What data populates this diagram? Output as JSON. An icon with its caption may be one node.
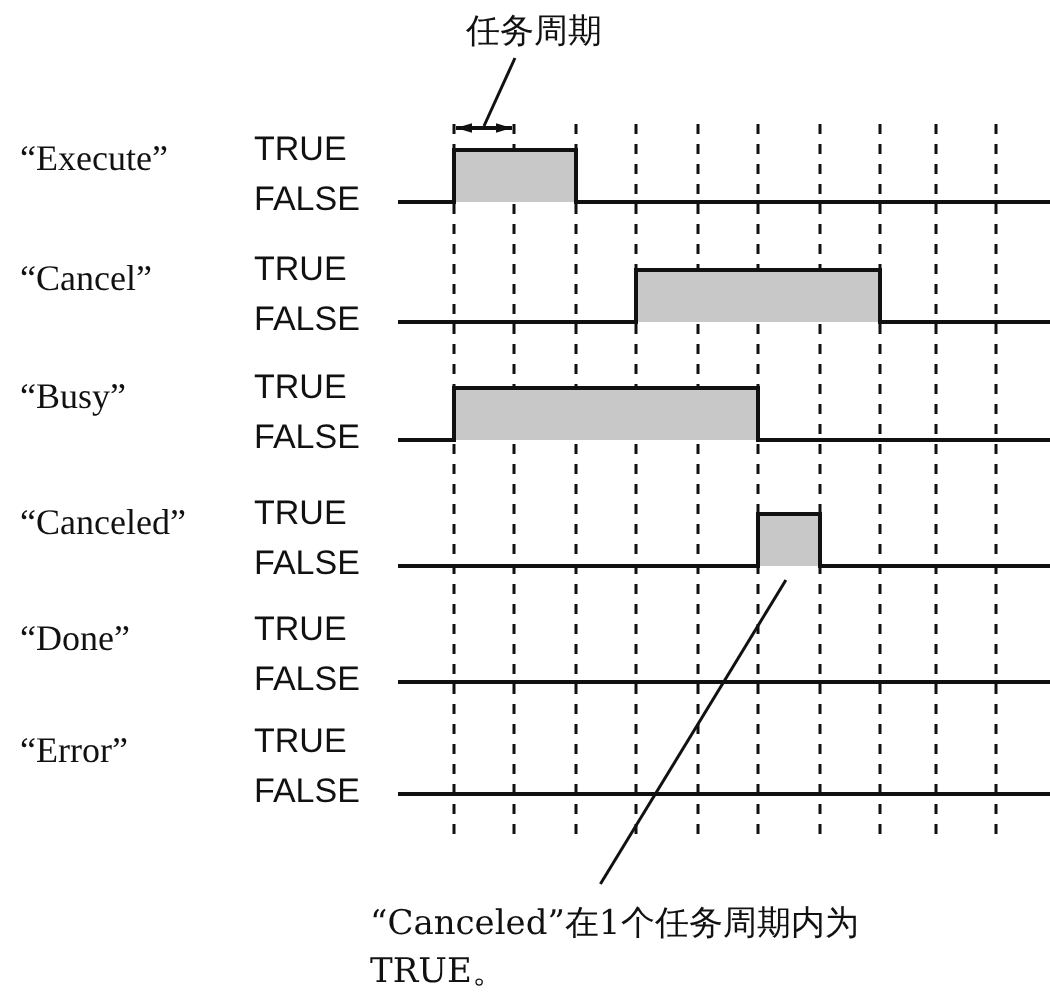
{
  "diagram": {
    "nodes": [
      {
        "text": [
          "任务周期"
        ]
      },
      {
        "text": [],
        "shape": "bar"
      },
      {
        "text": [
          "“Canceled”在1个任务周期内为TRUE。"
        ]
      }
    ],
    "edges": [
      {
        "from": 0,
        "to": null,
        "arrow": "none"
      },
      {
        "from": 2,
        "to": 1,
        "arrow": "none"
      }
    ],
    "labels": [
      "“Execute”",
      "TRUE",
      "FALSE",
      "“Cancel”",
      "TRUE",
      "FALSE",
      "“Busy”",
      "TRUE",
      "FALSE",
      "“Canceled”",
      "TRUE",
      "FALSE",
      "“Done”",
      "TRUE",
      "FALSE",
      "“Error”",
      "TRUE",
      "FALSE"
    ]
  }
}
